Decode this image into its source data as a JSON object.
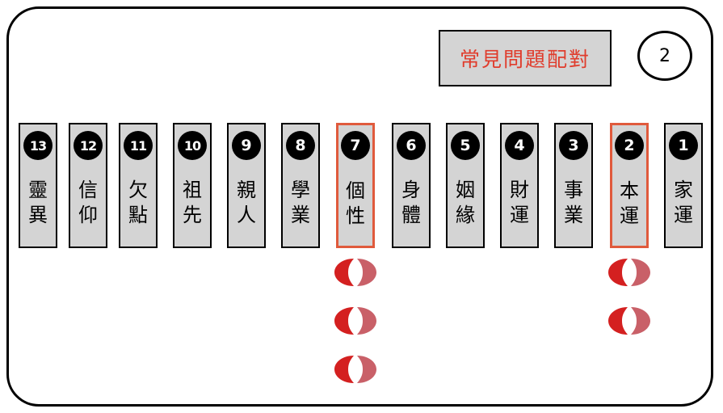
{
  "title": "常見問題配對",
  "page_number": "2",
  "cards": [
    {
      "number": "13",
      "line1": "靈",
      "line2": "異",
      "highlighted": false,
      "blocks": 0
    },
    {
      "number": "12",
      "line1": "信",
      "line2": "仰",
      "highlighted": false,
      "blocks": 0
    },
    {
      "number": "11",
      "line1": "欠",
      "line2": "點",
      "highlighted": false,
      "blocks": 0
    },
    {
      "number": "10",
      "line1": "祖",
      "line2": "先",
      "highlighted": false,
      "blocks": 0
    },
    {
      "number": "9",
      "line1": "親",
      "line2": "人",
      "highlighted": false,
      "blocks": 0
    },
    {
      "number": "8",
      "line1": "學",
      "line2": "業",
      "highlighted": false,
      "blocks": 0
    },
    {
      "number": "7",
      "line1": "個",
      "line2": "性",
      "highlighted": true,
      "blocks": 3
    },
    {
      "number": "6",
      "line1": "身",
      "line2": "體",
      "highlighted": false,
      "blocks": 0
    },
    {
      "number": "5",
      "line1": "姻",
      "line2": "緣",
      "highlighted": false,
      "blocks": 0
    },
    {
      "number": "4",
      "line1": "財",
      "line2": "運",
      "highlighted": false,
      "blocks": 0
    },
    {
      "number": "3",
      "line1": "事",
      "line2": "業",
      "highlighted": false,
      "blocks": 0
    },
    {
      "number": "2",
      "line1": "本",
      "line2": "運",
      "highlighted": true,
      "blocks": 2
    },
    {
      "number": "1",
      "line1": "家",
      "line2": "運",
      "highlighted": false,
      "blocks": 0
    }
  ],
  "colors": {
    "title_text": "#e03c2c",
    "highlight_border": "#e05a3c",
    "card_fill": "#d4d4d4",
    "block_dark": "#d42020",
    "block_light": "#c96068"
  },
  "icons": {
    "block": "divination-block-pair-icon"
  }
}
